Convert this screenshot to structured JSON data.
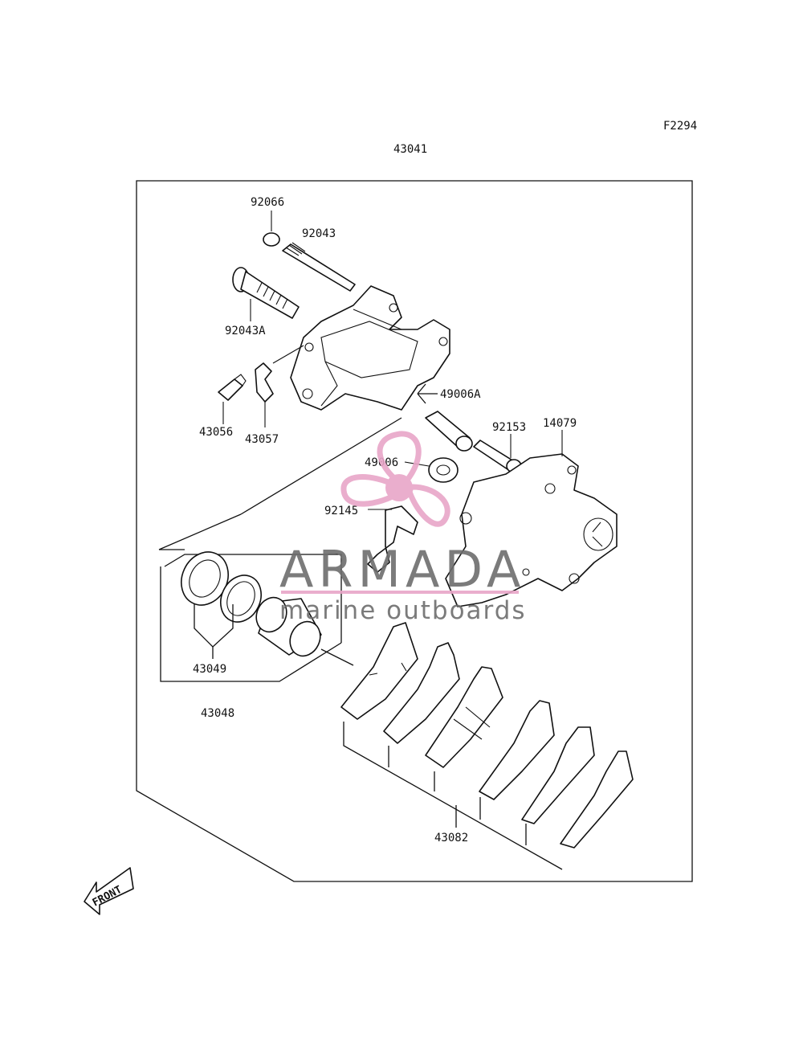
{
  "diagram": {
    "figure_code": "F2294",
    "assembly_number": "43041",
    "parts": {
      "p92066": "92066",
      "p92043": "92043",
      "p92043A": "92043A",
      "p49006A": "49006A",
      "p43056": "43056",
      "p43057": "43057",
      "p92153": "92153",
      "p14079": "14079",
      "p49006": "49006",
      "p92145": "92145",
      "p43049": "43049",
      "p43048": "43048",
      "p43082": "43082"
    },
    "front_indicator": "FRONT"
  },
  "watermark": {
    "title": "ARMADA",
    "subtitle": "marine outboards",
    "accent_color": "#e8a6c8",
    "text_color": "#6d6d6d"
  }
}
